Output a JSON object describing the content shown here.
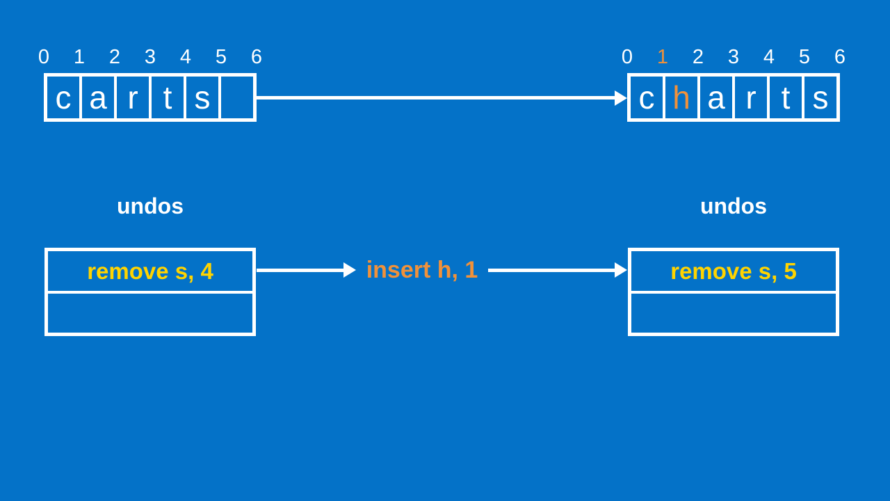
{
  "slide": {
    "background_color": "#0472C8",
    "accent_orange": "#F0913A",
    "accent_yellow": "#FFD400",
    "text_white": "#FFFFFF"
  },
  "before_array": {
    "indices": [
      "0",
      "1",
      "2",
      "3",
      "4",
      "5",
      "6"
    ],
    "cells": [
      "c",
      "a",
      "r",
      "t",
      "s",
      ""
    ]
  },
  "after_array": {
    "indices": [
      "0",
      "1",
      "2",
      "3",
      "4",
      "5",
      "6"
    ],
    "cells": [
      "c",
      "h",
      "a",
      "r",
      "t",
      "s"
    ],
    "highlighted_cell": 1,
    "highlighted_index": 1
  },
  "before_stack": {
    "title": "undos",
    "rows": [
      "remove s, 4",
      ""
    ]
  },
  "after_stack": {
    "title": "undos",
    "rows": [
      "remove s, 5",
      ""
    ]
  },
  "operation_label": "insert h, 1"
}
